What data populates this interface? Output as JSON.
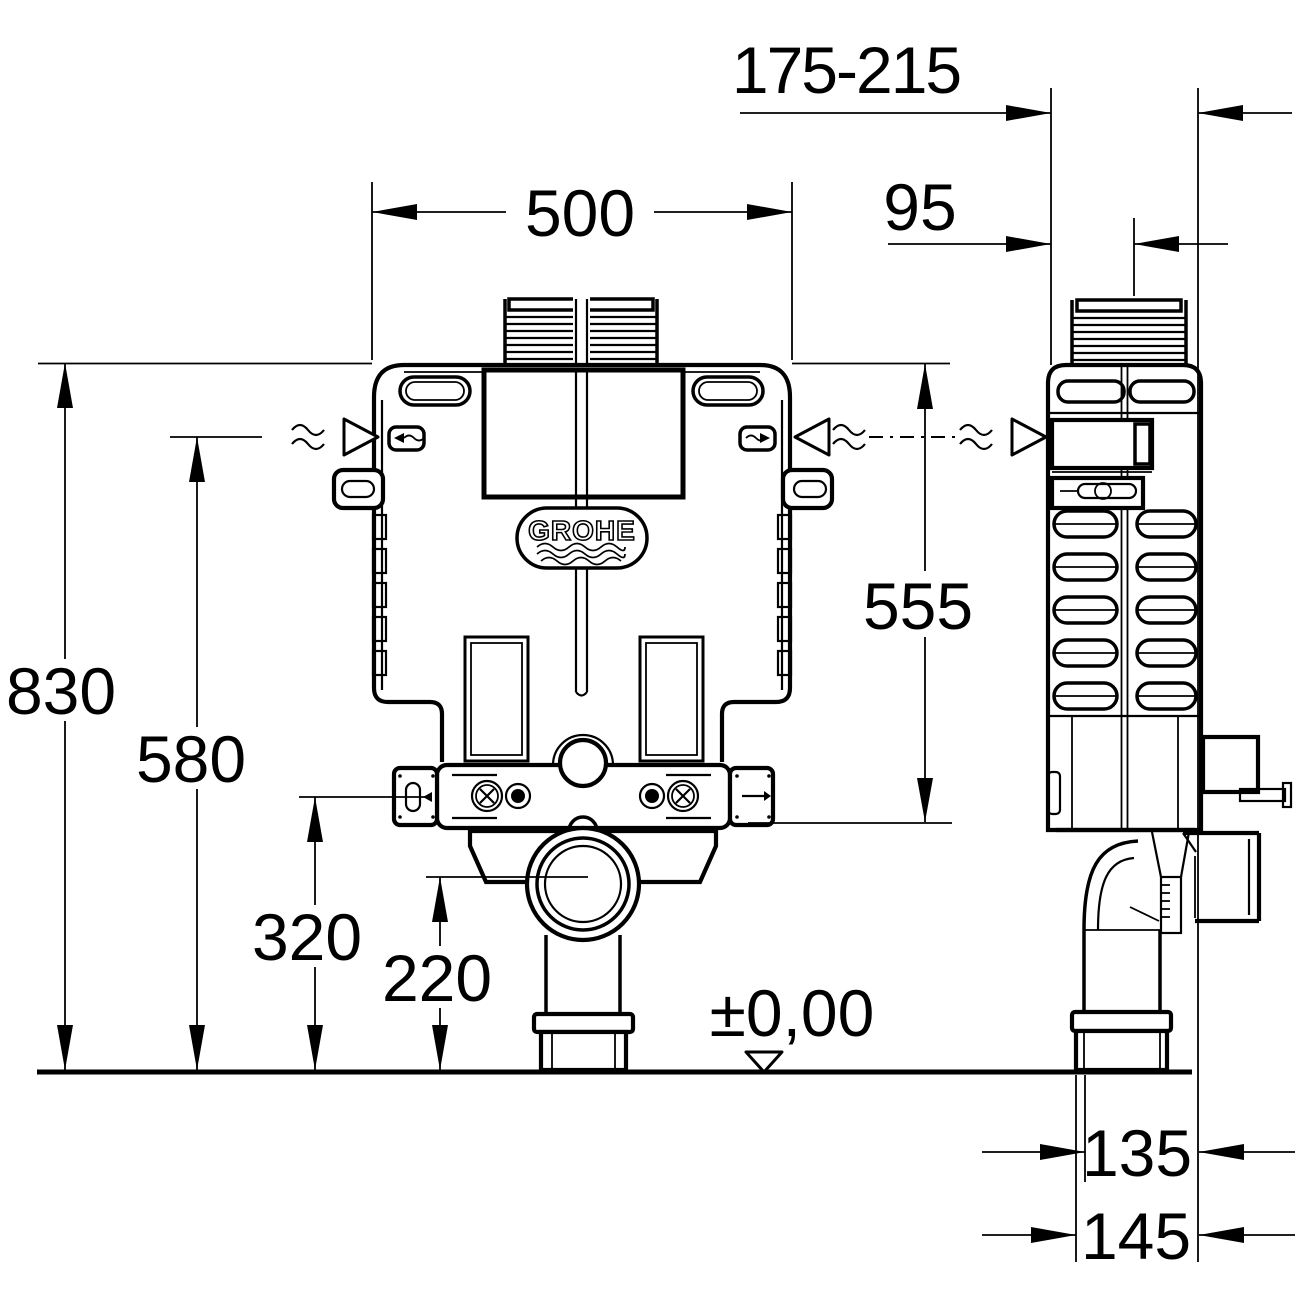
{
  "drawing": {
    "brand_logo": "GROHE",
    "datum": "±0,00",
    "dimensions": {
      "depth_range": "175-215",
      "depth_95": "95",
      "width_500": "500",
      "height_555": "555",
      "height_830": "830",
      "height_580": "580",
      "height_320": "320",
      "height_220": "220",
      "outlet_135": "135",
      "outlet_145": "145"
    },
    "colors": {
      "line": "#000000",
      "background": "#ffffff"
    }
  }
}
